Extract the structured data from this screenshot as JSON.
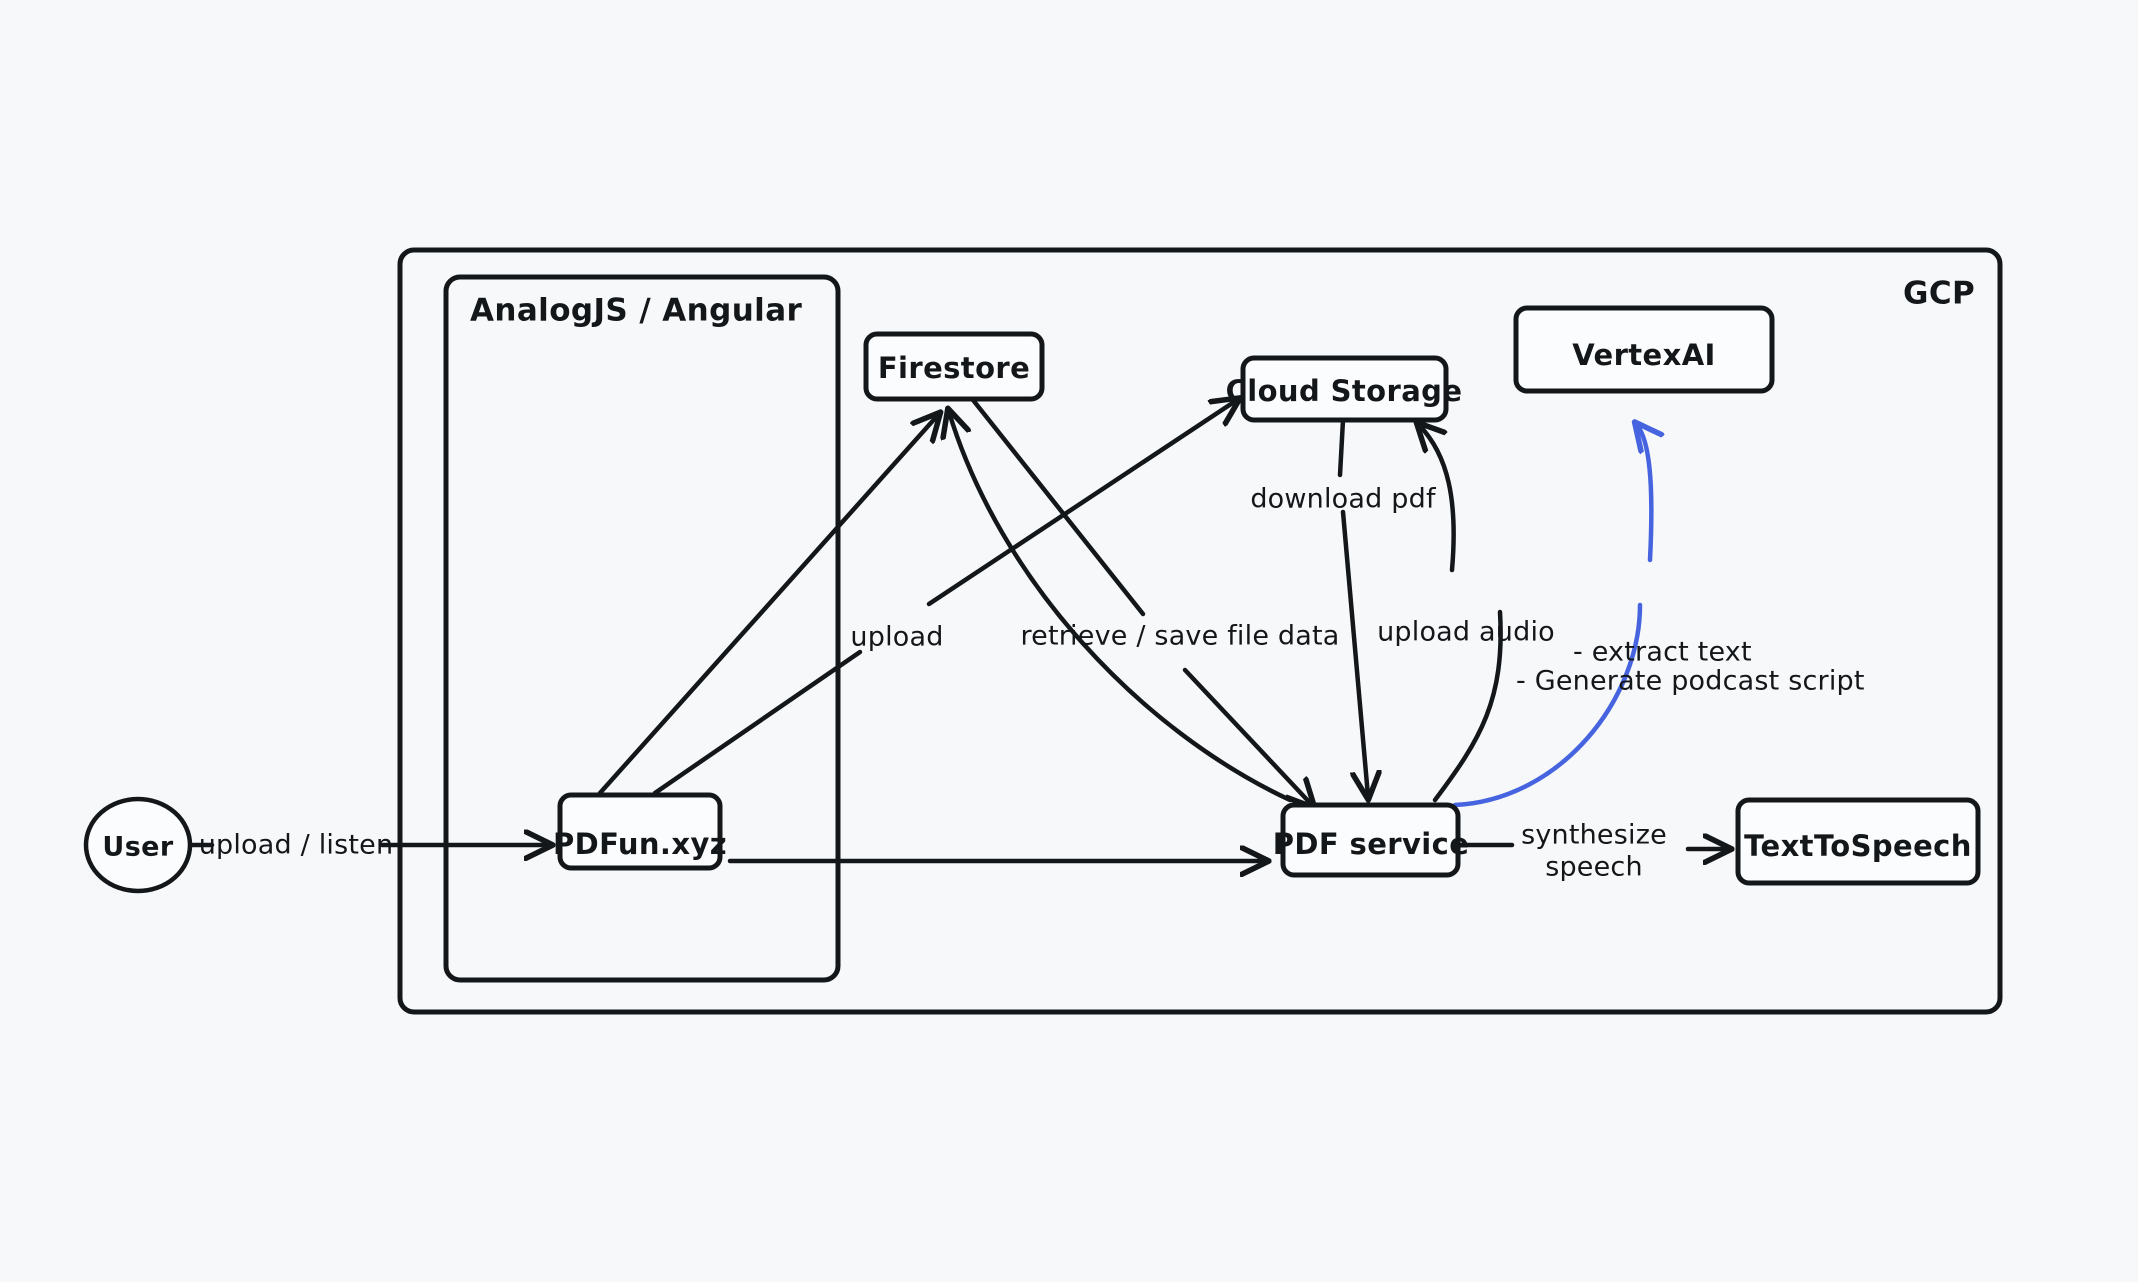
{
  "diagram": {
    "title": "GCP PDF podcast architecture",
    "background_color": "#f7f8fa",
    "stroke_color": "#14171a",
    "accent_color": "#4664e0",
    "groups": [
      {
        "id": "gcp",
        "label": "GCP",
        "label_position": "top-right"
      },
      {
        "id": "analogjs",
        "label": "AnalogJS / Angular",
        "label_position": "top-left"
      }
    ],
    "nodes": [
      {
        "id": "user",
        "label": "User",
        "shape": "ellipse"
      },
      {
        "id": "pdfun",
        "label": "PDFun.xyz",
        "shape": "rounded-rect"
      },
      {
        "id": "firestore",
        "label": "Firestore",
        "shape": "rounded-rect"
      },
      {
        "id": "cloud_storage",
        "label": "Cloud Storage",
        "shape": "rounded-rect"
      },
      {
        "id": "vertexai",
        "label": "VertexAI",
        "shape": "rounded-rect"
      },
      {
        "id": "pdf_service",
        "label": "PDF service",
        "shape": "rounded-rect"
      },
      {
        "id": "texttospeech",
        "label": "TextToSpeech",
        "shape": "rounded-rect"
      }
    ],
    "edges": [
      {
        "id": "e1",
        "from": "user",
        "to": "pdfun",
        "label": "upload / listen",
        "color": "#14171a"
      },
      {
        "id": "e2",
        "from": "pdfun",
        "to": "firestore",
        "label": "",
        "color": "#14171a"
      },
      {
        "id": "e3",
        "from": "pdfun",
        "to": "cloud_storage",
        "label": "upload",
        "color": "#14171a"
      },
      {
        "id": "e4",
        "from": "pdfun",
        "to": "pdf_service",
        "label": "",
        "color": "#14171a"
      },
      {
        "id": "e5",
        "from": "firestore",
        "to": "pdf_service",
        "label": "retrieve / save file data",
        "color": "#14171a"
      },
      {
        "id": "e6",
        "from": "pdf_service",
        "to": "firestore",
        "label": "",
        "color": "#14171a"
      },
      {
        "id": "e7",
        "from": "cloud_storage",
        "to": "pdf_service",
        "label": "download pdf",
        "color": "#14171a"
      },
      {
        "id": "e8",
        "from": "pdf_service",
        "to": "cloud_storage",
        "label": "upload audio",
        "color": "#14171a"
      },
      {
        "id": "e9",
        "from": "pdf_service",
        "to": "vertexai",
        "label_line1": "- extract text",
        "label_line2": "- Generate podcast script",
        "color": "#4664e0"
      },
      {
        "id": "e10",
        "from": "pdf_service",
        "to": "texttospeech",
        "label_line1": "synthesize",
        "label_line2": "speech",
        "color": "#14171a"
      }
    ],
    "labels": {
      "upload_listen": "upload / listen",
      "upload": "upload",
      "retrieve_save": "retrieve / save file data",
      "download_pdf": "download pdf",
      "upload_audio": "upload audio",
      "extract_text": "- extract text",
      "generate_script": "- Generate podcast script",
      "synthesize": "synthesize",
      "speech": "speech"
    }
  }
}
